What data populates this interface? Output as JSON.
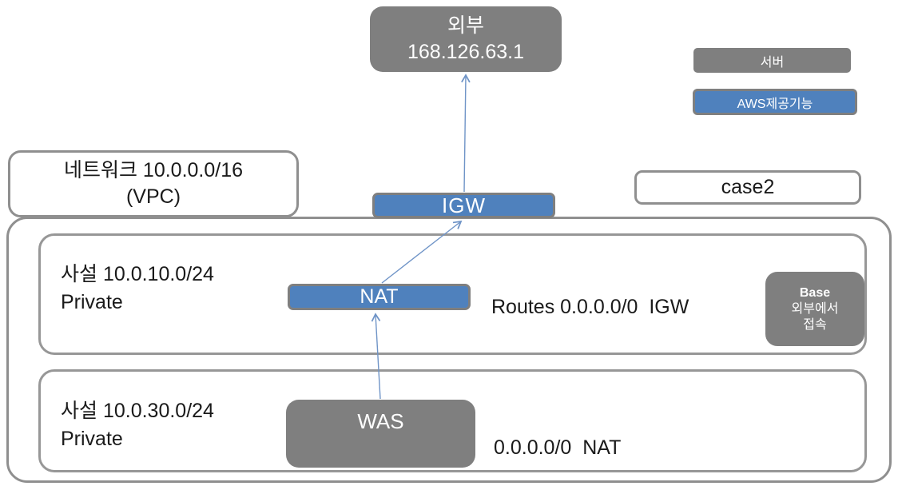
{
  "colors": {
    "box_gray": "#7f7f7f",
    "box_blue": "#4f81bd",
    "border_gray": "#8f8f8f",
    "arrow_blue": "#6f94c7"
  },
  "external_node": {
    "name": "외부",
    "ip": "168.126.63.1"
  },
  "legend": {
    "server_label": "서버",
    "aws_label": "AWS제공기능"
  },
  "vpc_label": {
    "line1": "네트워크 10.0.0.0/16",
    "line2": "(VPC)"
  },
  "case_box": {
    "label": "case2"
  },
  "igw": {
    "label": "IGW"
  },
  "subnet1": {
    "cidr": "사설 10.0.10.0/24",
    "type": "Private",
    "nat_label": "NAT",
    "route": "Routes 0.0.0.0/0  IGW",
    "base_box": {
      "line1": "Base",
      "line2": "외부에서",
      "line3": "접속"
    }
  },
  "subnet2": {
    "cidr": "사설 10.0.30.0/24",
    "type": "Private",
    "was_label": "WAS",
    "route": "0.0.0.0/0  NAT"
  }
}
